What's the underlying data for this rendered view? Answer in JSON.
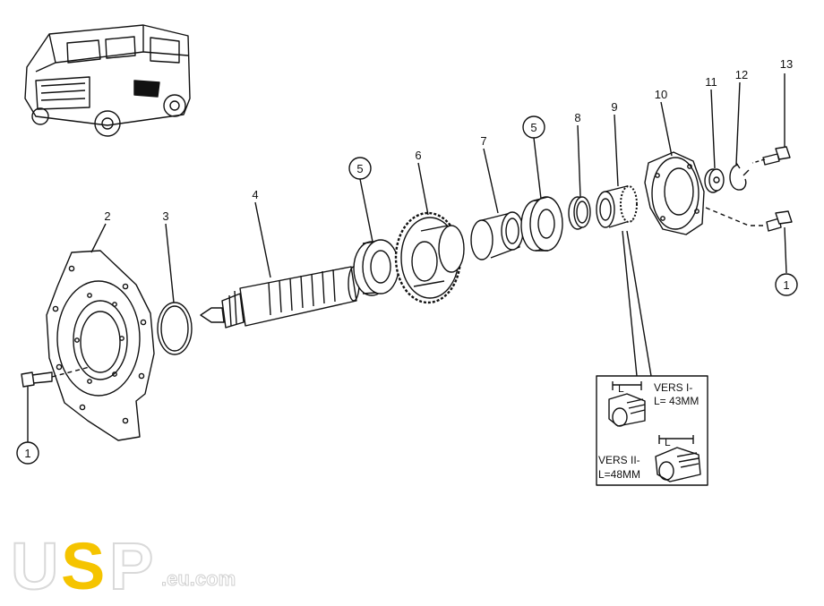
{
  "callouts": {
    "c1a": "1",
    "c1b": "1",
    "c2": "2",
    "c3": "3",
    "c4": "4",
    "c5a": "5",
    "c5b": "5",
    "c6": "6",
    "c7": "7",
    "c8": "8",
    "c9": "9",
    "c10": "10",
    "c11": "11",
    "c12": "12",
    "c13": "13"
  },
  "inset": {
    "dim_letter_1": "L",
    "dim_letter_2": "L",
    "version1_line1": "VERS I-",
    "version1_line2": "L= 43MM",
    "version2_line1": "VERS II-",
    "version2_line2": "L=48MM"
  },
  "logo": {
    "letter_u": "U",
    "letter_s": "S",
    "letter_p": "P",
    "domain": ".eu.com"
  },
  "colors": {
    "ink": "#111111",
    "logo_accent": "#f5c400",
    "logo_outline": "#d9d9d9"
  }
}
